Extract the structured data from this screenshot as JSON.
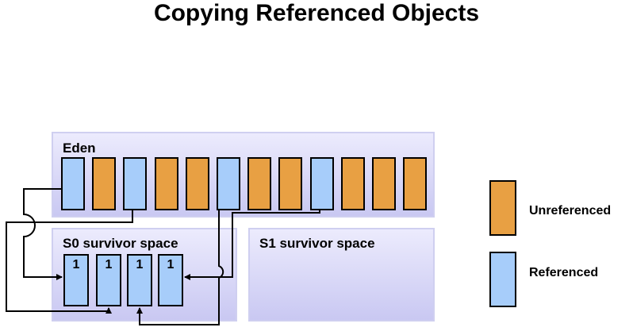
{
  "title": "Copying Referenced Objects",
  "regions": {
    "eden": "Eden",
    "s0": "S0 survivor space",
    "s1": "S1 survivor space"
  },
  "eden_objects": [
    "referenced",
    "unreferenced",
    "referenced",
    "unreferenced",
    "unreferenced",
    "referenced",
    "unreferenced",
    "unreferenced",
    "referenced",
    "unreferenced",
    "unreferenced",
    "unreferenced"
  ],
  "s0_objects": [
    "1",
    "1",
    "1",
    "1"
  ],
  "legend": {
    "unreferenced": "Unreferenced",
    "referenced": "Referenced"
  },
  "colors": {
    "unreferenced": "#e8a043",
    "referenced": "#a7cdfa",
    "region_top": "#ecebfd",
    "region_bottom": "#c9c8f2"
  }
}
